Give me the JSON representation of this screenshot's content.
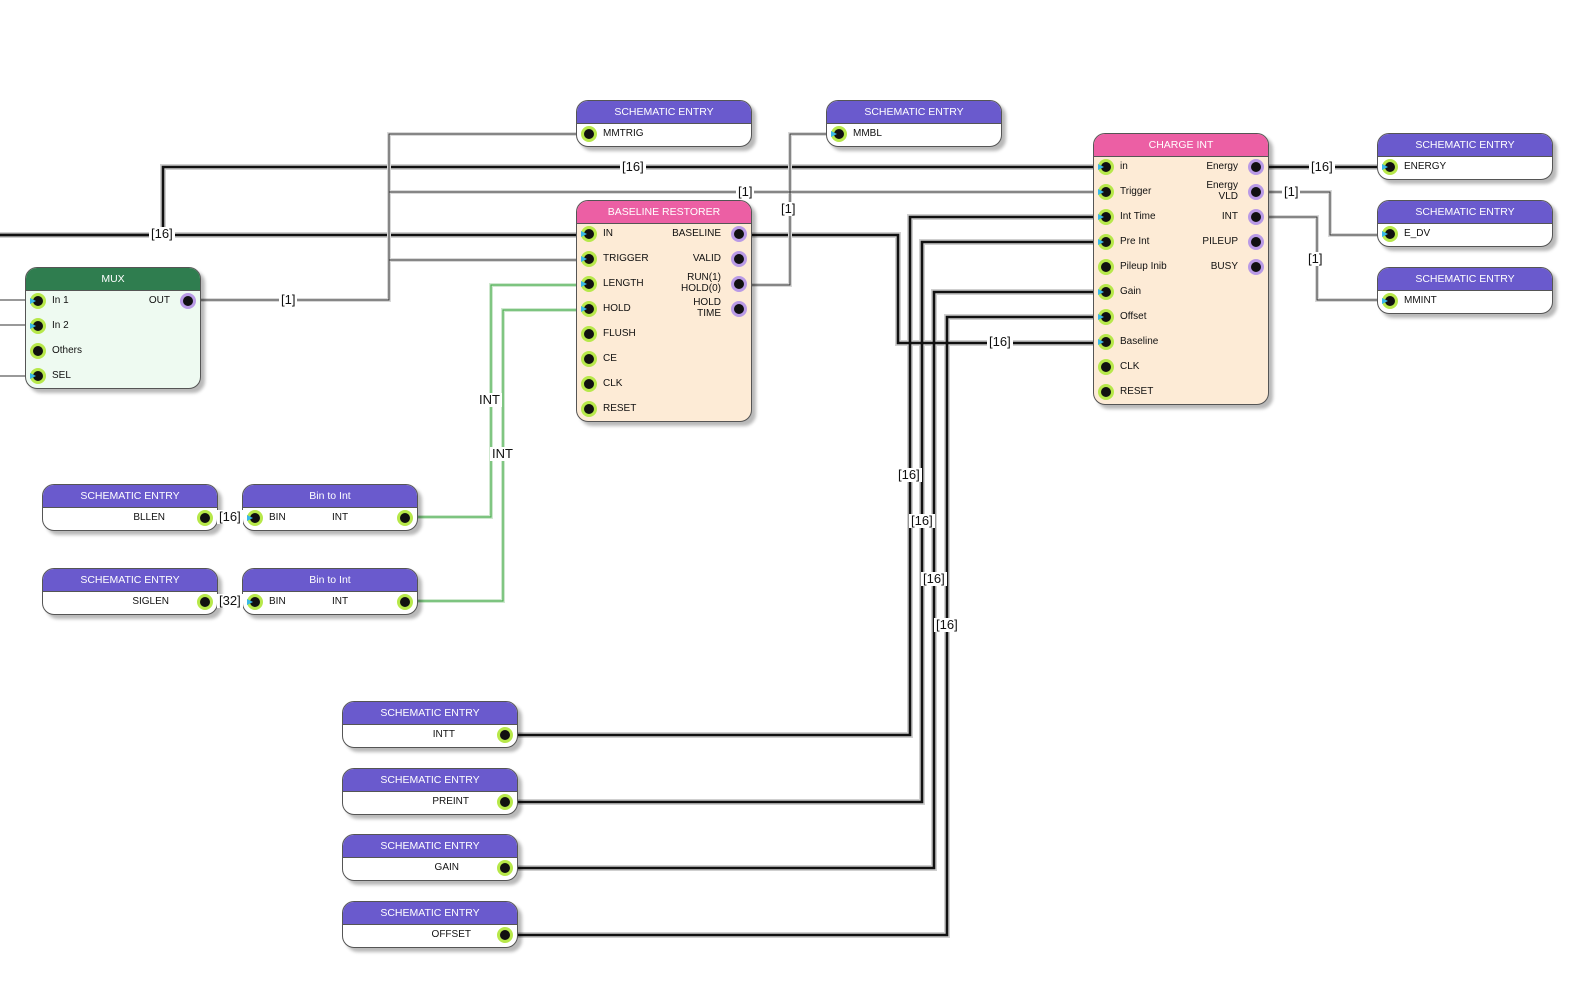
{
  "header_label": "SCHEMATIC ENTRY",
  "blocks": {
    "mmtrig": {
      "title": "SCHEMATIC ENTRY",
      "port": "MMTRIG"
    },
    "mmbl": {
      "title": "SCHEMATIC ENTRY",
      "port": "MMBL"
    },
    "energy": {
      "title": "SCHEMATIC ENTRY",
      "port": "ENERGY"
    },
    "e_dv": {
      "title": "SCHEMATIC ENTRY",
      "port": "E_DV"
    },
    "mmint": {
      "title": "SCHEMATIC ENTRY",
      "port": "MMINT"
    },
    "bllen": {
      "title": "SCHEMATIC ENTRY",
      "port": "BLLEN"
    },
    "siglen": {
      "title": "SCHEMATIC ENTRY",
      "port": "SIGLEN"
    },
    "intt": {
      "title": "SCHEMATIC ENTRY",
      "port": "INTT"
    },
    "preint": {
      "title": "SCHEMATIC ENTRY",
      "port": "PREINT"
    },
    "gain": {
      "title": "SCHEMATIC ENTRY",
      "port": "GAIN"
    },
    "offset": {
      "title": "SCHEMATIC ENTRY",
      "port": "OFFSET"
    },
    "bin2int_1": {
      "title": "Bin to Int",
      "in": "BIN",
      "out": "INT"
    },
    "bin2int_2": {
      "title": "Bin to Int",
      "in": "BIN",
      "out": "INT"
    },
    "mux": {
      "title": "MUX",
      "inputs": [
        "In 1",
        "In 2",
        "Others",
        "SEL"
      ],
      "output": "OUT"
    },
    "baseline_restorer": {
      "title": "BASELINE RESTORER",
      "inputs": [
        "IN",
        "TRIGGER",
        "LENGTH",
        "HOLD",
        "FLUSH",
        "CE",
        "CLK",
        "RESET"
      ],
      "outputs": [
        "BASELINE",
        "VALID",
        "RUN(1)\nHOLD(0)",
        "HOLD\nTIME"
      ]
    },
    "charge_int": {
      "title": "CHARGE INT",
      "inputs": [
        "in",
        "Trigger",
        "Int Time",
        "Pre Int",
        "Pileup Inib",
        "Gain",
        "Offset",
        "Baseline",
        "CLK",
        "RESET"
      ],
      "outputs": [
        "Energy",
        "Energy\nVLD",
        "INT",
        "PILEUP",
        "BUSY"
      ]
    }
  },
  "wire_labels": {
    "bus16_top": "[16]",
    "bus16_left": "[16]",
    "trig1": "[1]",
    "mux_out1": "[1]",
    "mmbl1": "[1]",
    "energy16": "[16]",
    "edv1": "[1]",
    "mmint1": "[1]",
    "baseline16": "[16]",
    "int_a": "INT",
    "int_b": "INT",
    "bllen16": "[16]",
    "siglen32": "[32]",
    "intt16": "[16]",
    "preint16": "[16]",
    "gain16": "[16]",
    "offset16": "[16]"
  },
  "colors": {
    "entry_header": "#6a5acd",
    "ip_header": "#ec5fa4",
    "mux_header": "#2f7d4f",
    "ip_body": "#fdebd6",
    "mux_body": "#eefaf1",
    "input_port_ring": "#b7e84a",
    "output_port_ring": "#b99ae6",
    "connector_arrow": "#39b8e8",
    "int_wire": "#4caf50"
  }
}
